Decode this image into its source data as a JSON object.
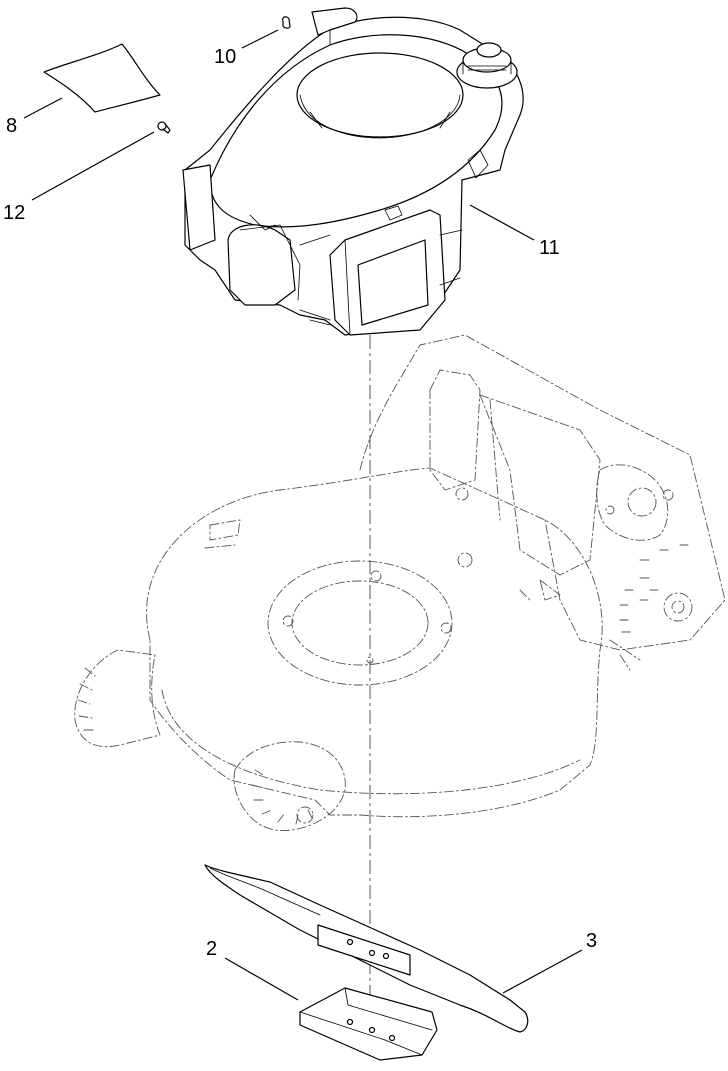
{
  "callouts": {
    "c2": "2",
    "c3": "3",
    "c8": "8",
    "c10": "10",
    "c11": "11",
    "c12": "12"
  }
}
